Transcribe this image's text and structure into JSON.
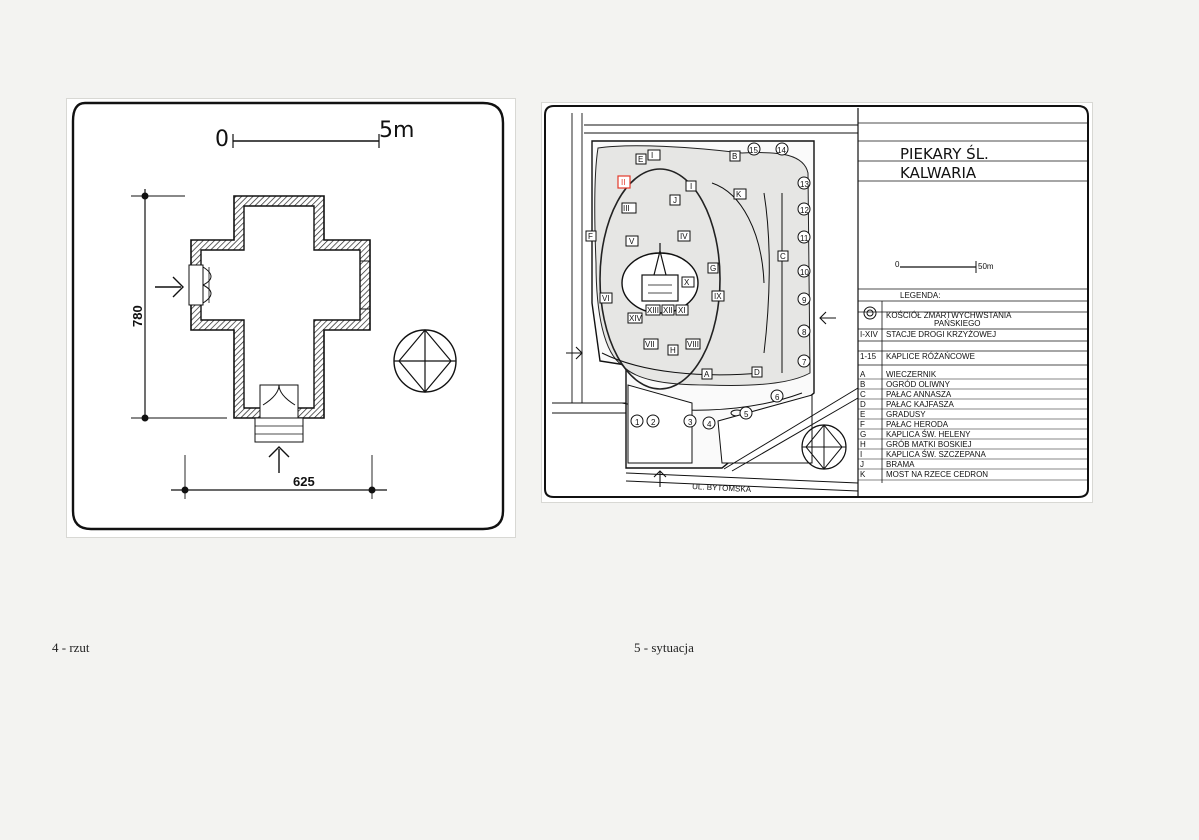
{
  "colors": {
    "ink": "#111111",
    "background": "#f3f3f1",
    "highlight": "#e23a2a"
  },
  "plan": {
    "scale_zero": "0",
    "scale_end": "5m",
    "dim_height": "780",
    "dim_width": "625",
    "caption": "4 - rzut"
  },
  "site": {
    "title_line1": "PIEKARY ŚL.",
    "title_line2": "KALWARIA",
    "scale_zero": "0",
    "scale_end": "50m",
    "street": "UL. BYTOMSKA",
    "legend_title": "LEGENDA:",
    "caption": "5 - sytuacja",
    "legend": [
      {
        "key": "",
        "text": "KOŚCIÓŁ ZMARTWYCHWSTANIA"
      },
      {
        "key": "",
        "text": "PAŃSKIEGO"
      },
      {
        "key": "I-XIV",
        "text": "STACJE DROGI KRZYŻOWEJ"
      },
      {
        "key": "1-15",
        "text": "KAPLICE RÓŻAŃCOWE"
      },
      {
        "key": "A",
        "text": "WIECZERNIK"
      },
      {
        "key": "B",
        "text": "OGRÓD OLIWNY"
      },
      {
        "key": "C",
        "text": "PAŁAC ANNASZA"
      },
      {
        "key": "D",
        "text": "PAŁAC KAJFASZA"
      },
      {
        "key": "E",
        "text": "GRADUSY"
      },
      {
        "key": "F",
        "text": "PAŁAC HERODA"
      },
      {
        "key": "G",
        "text": "KAPLICA ŚW. HELENY"
      },
      {
        "key": "H",
        "text": "GRÓB MATKI BOSKIEJ"
      },
      {
        "key": "I",
        "text": "KAPLICA ŚW. SZCZEPANA"
      },
      {
        "key": "J",
        "text": "BRAMA"
      },
      {
        "key": "K",
        "text": "MOST NA RZECE CEDRON"
      }
    ],
    "stations": [
      "I",
      "II",
      "III",
      "IV",
      "V",
      "VI",
      "VII",
      "VIII",
      "IX",
      "X",
      "XI",
      "XII",
      "XIII",
      "XIV"
    ],
    "chapels": [
      "1",
      "2",
      "3",
      "4",
      "5",
      "6",
      "7",
      "8",
      "9",
      "10",
      "11",
      "12",
      "13",
      "14",
      "15"
    ],
    "letters": [
      "A",
      "B",
      "C",
      "D",
      "E",
      "F",
      "G",
      "H",
      "I",
      "J",
      "K"
    ]
  }
}
